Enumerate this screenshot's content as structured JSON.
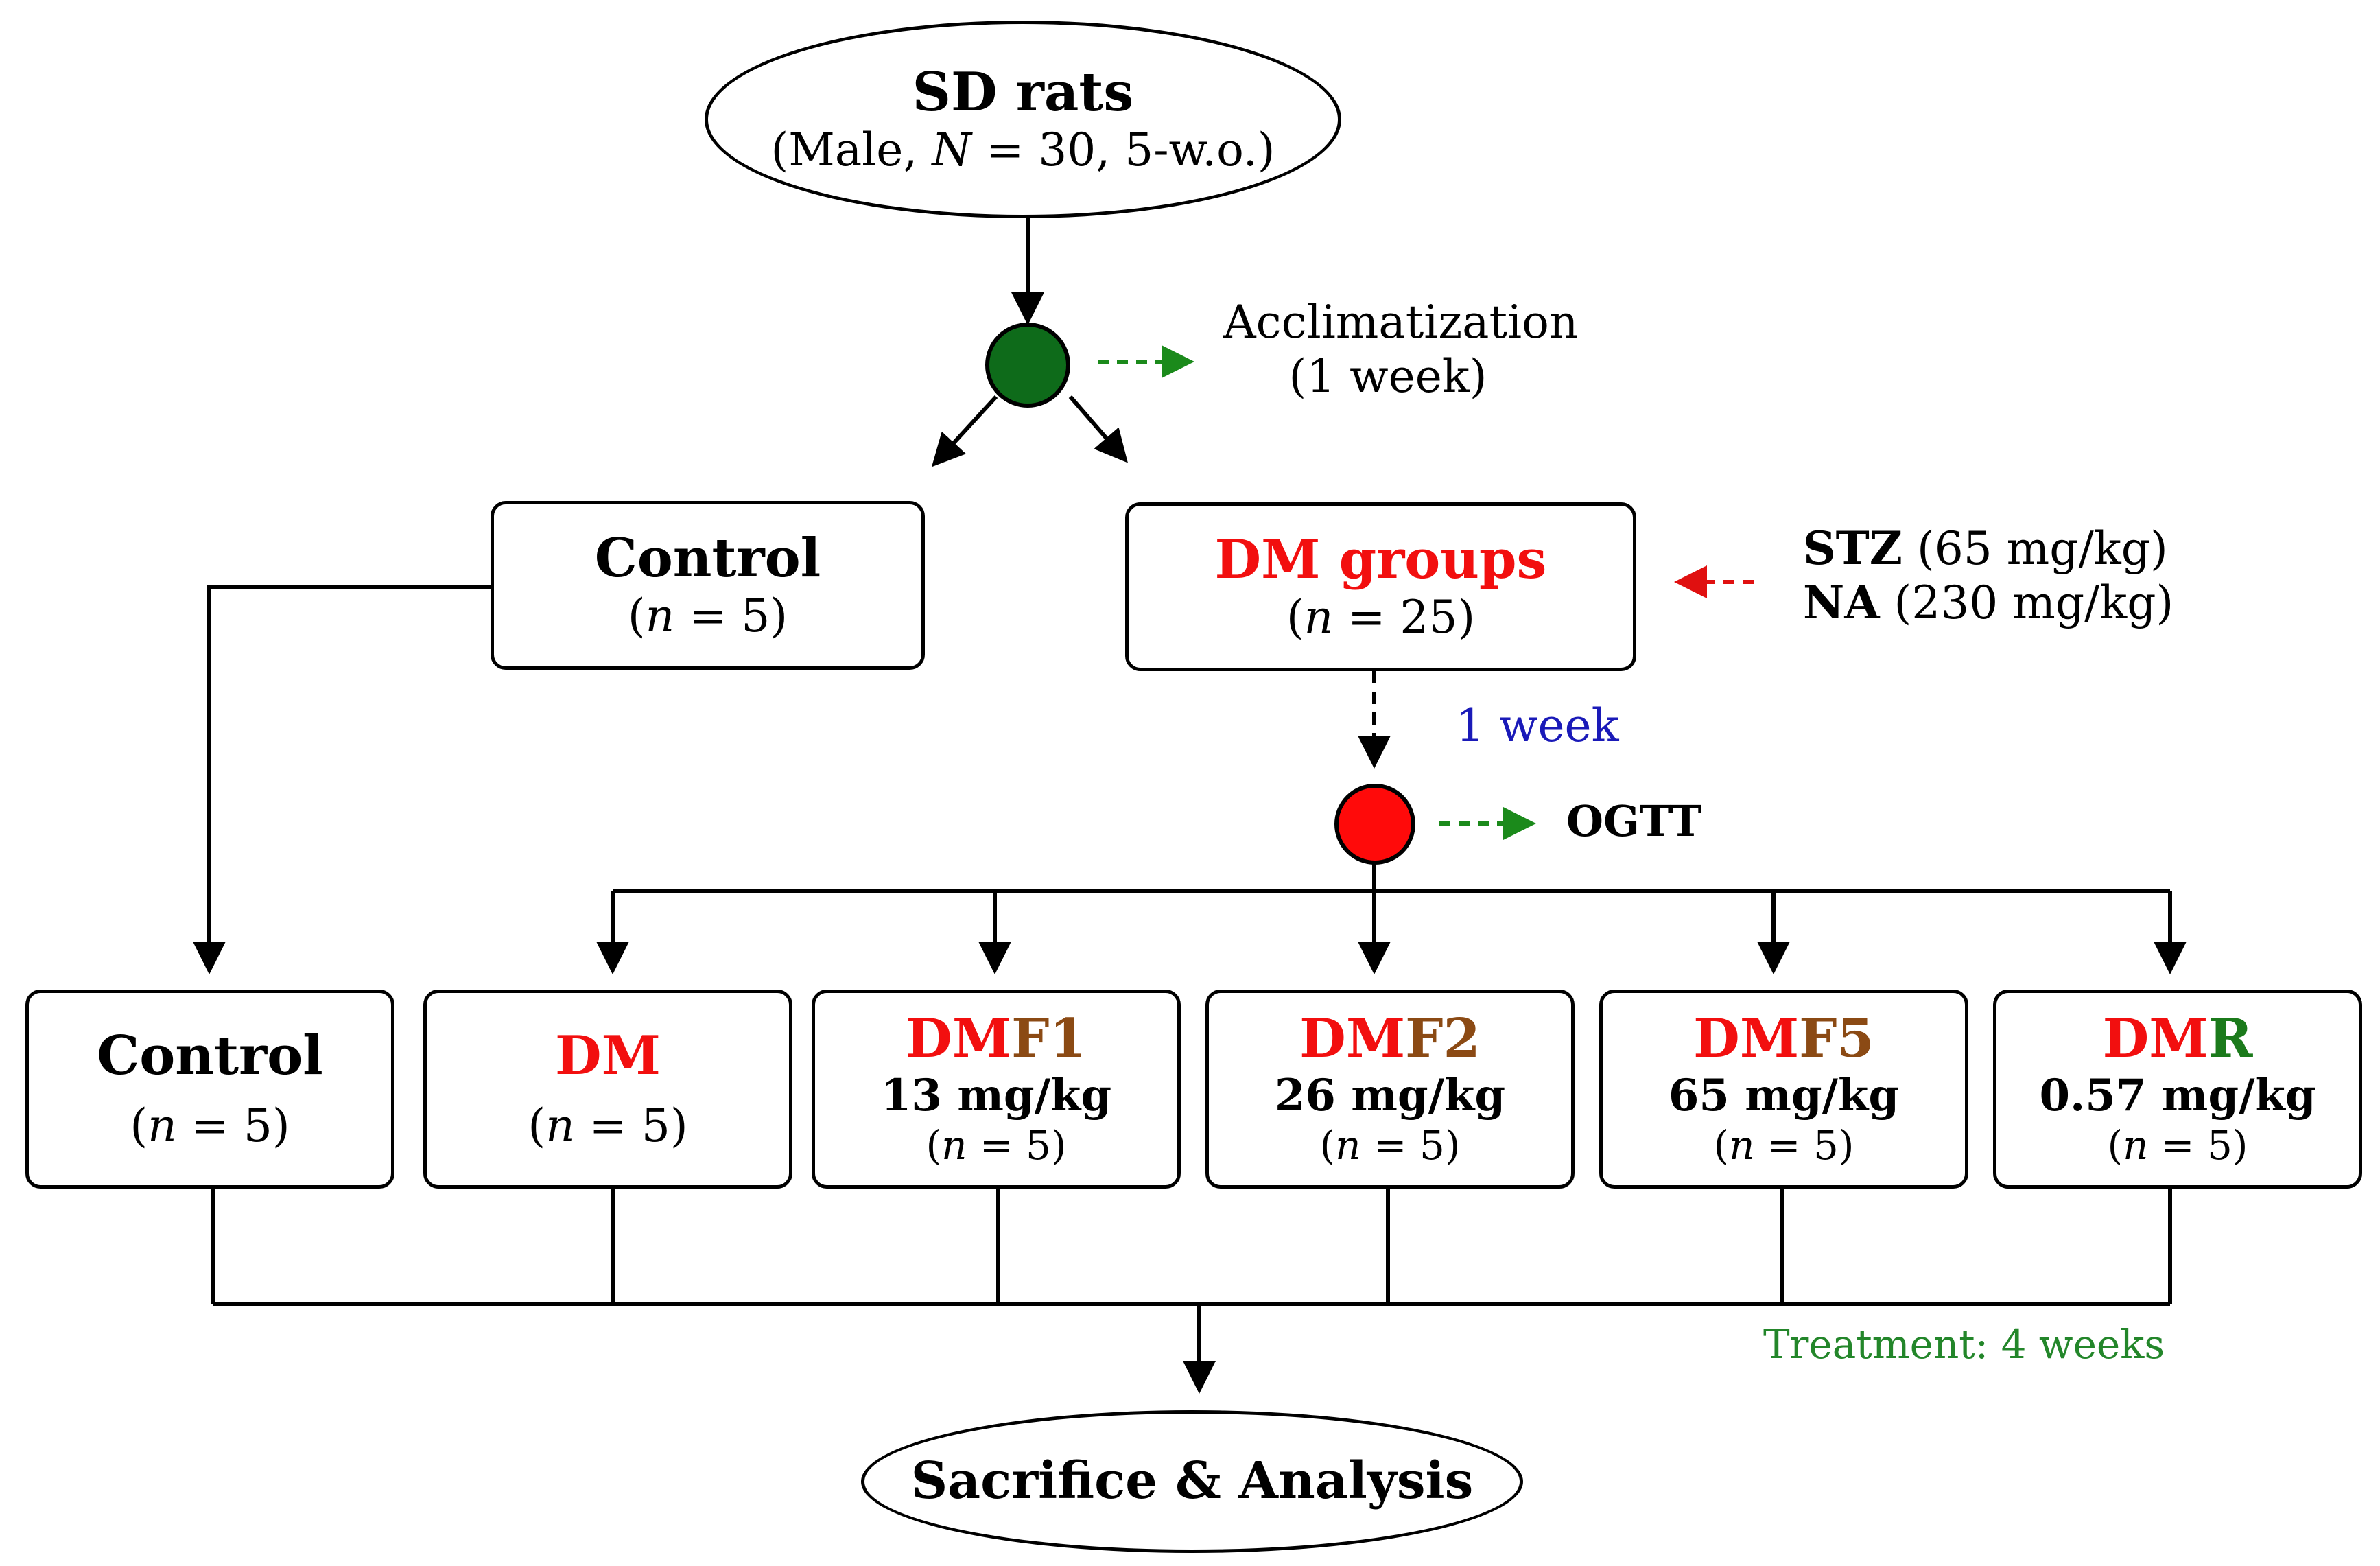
{
  "start": {
    "title": "SD rats",
    "detail_pre": "(Male, ",
    "detail_var": "N",
    "detail_post": " = 30, 5-w.o.)"
  },
  "acclimatization": {
    "line1": "Acclimatization",
    "line2": "(1 week)"
  },
  "control_top": {
    "title": "Control",
    "n_pre": "(",
    "n_var": "n",
    "n_post": " = 5)"
  },
  "dm_groups": {
    "title": "DM groups",
    "n_pre": "(",
    "n_var": "n",
    "n_post": " = 25)"
  },
  "induction": {
    "stz_label": "STZ",
    "stz_dose": " (65 mg/kg)",
    "na_label": "NA",
    "na_dose": " (230 mg/kg)"
  },
  "interval": "1 week",
  "ogtt": "OGTT",
  "groups": [
    {
      "title_a": "Control",
      "title_b": "",
      "dose": "",
      "n_pre": "(",
      "n_var": "n",
      "n_post": " = 5)"
    },
    {
      "title_a": "DM",
      "title_b": "",
      "dose": "",
      "n_pre": "(",
      "n_var": "n",
      "n_post": " = 5)"
    },
    {
      "title_a": "DM",
      "title_b": "F1",
      "dose": "13 mg/kg",
      "n_pre": "(",
      "n_var": "n",
      "n_post": " = 5)"
    },
    {
      "title_a": "DM",
      "title_b": "F2",
      "dose": "26 mg/kg",
      "n_pre": "(",
      "n_var": "n",
      "n_post": " = 5)"
    },
    {
      "title_a": "DM",
      "title_b": "F5",
      "dose": "65 mg/kg",
      "n_pre": "(",
      "n_var": "n",
      "n_post": " = 5)"
    },
    {
      "title_a": "DM",
      "title_b": "R",
      "dose": "0.57 mg/kg",
      "n_pre": "(",
      "n_var": "n",
      "n_post": " = 5)"
    }
  ],
  "treatment": "Treatment: 4 weeks",
  "end": "Sacrifice & Analysis",
  "colors": {
    "red": "#f20f0f",
    "brown": "#8b4a14",
    "green_r": "#1b7a1b",
    "node_green": "#0e6b1a",
    "node_red": "#ff0a0a",
    "dash_green": "#1b8a1b",
    "dash_red": "#e01010",
    "interval_blue": "#1a1ab8",
    "treatment_green": "#23862a"
  }
}
